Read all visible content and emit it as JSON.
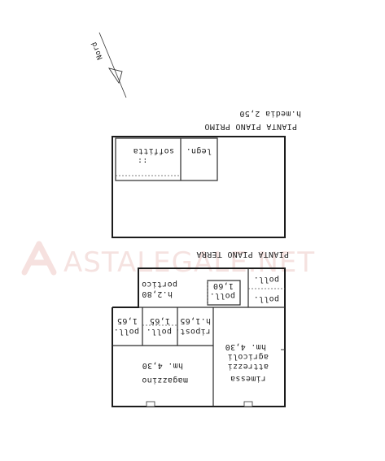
{
  "north_label": "Nord",
  "first_floor": {
    "title": "PIANTA PIANO PRIMO",
    "height_note": "h.media 2,50",
    "rooms": {
      "soffitta": "soffitta",
      "legn": "legn."
    }
  },
  "ground_floor": {
    "title": "PIANTA PIANO TERRA",
    "rooms": {
      "portico_name": "portico",
      "portico_h": "h.2,80",
      "poll_center_name": "poll.",
      "poll_center_h": "1,60",
      "poll_right_top": "poll.",
      "poll_right_bottom": "poll.",
      "ripost_name": "ripost.",
      "ripost_h": "h.1,65",
      "poll_mid_name": "poll.",
      "poll_mid_h": "1,65",
      "poll_left_name": "poll.",
      "poll_left_h": "1,65",
      "magazzino_name": "magazzino",
      "magazzino_h": "hm. 4,30",
      "rimessa_name": "rimessa",
      "rimessa_l2": "attrezzi",
      "rimessa_l3": "agricoli",
      "rimessa_h": "hm. 4,30"
    }
  },
  "watermark": "ASTALEGALE.NET",
  "colors": {
    "ink": "#222222",
    "watermark": "#c0392b"
  }
}
